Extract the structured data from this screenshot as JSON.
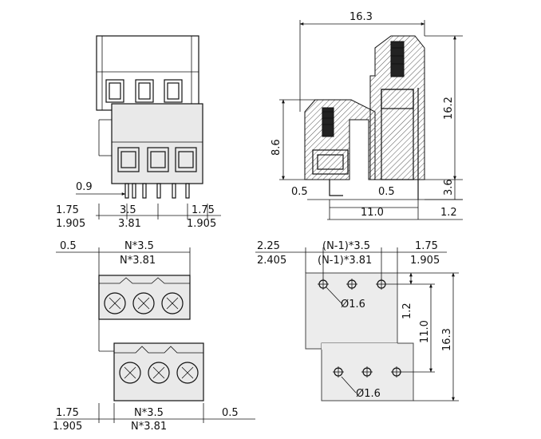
{
  "colors": {
    "line": "#111111",
    "hatch": "#555555",
    "pad": "#ececec"
  },
  "side_view": {
    "overall_width": "16.3",
    "overall_height": "16.2",
    "lower_height": "8.6",
    "pin_offset_left": "0.5",
    "pin_offset_right": "0.5",
    "pin_length": "3.6",
    "pin_pitch_row": "11.0",
    "right_offset": "1.2"
  },
  "front_view": {
    "pin_width": "0.9",
    "edge_left_a": "1.75",
    "edge_left_b": "1.905",
    "pitch_a": "3.5",
    "pitch_b": "3.81",
    "edge_right_a": "1.75",
    "edge_right_b": "1.905"
  },
  "top_view": {
    "offset_top": "0.5",
    "span_top_a": "N*3.5",
    "span_top_b": "N*3.81",
    "edge_bottom_a": "1.75",
    "edge_bottom_b": "1.905",
    "span_bottom_a": "N*3.5",
    "span_bottom_b": "N*3.81",
    "offset_bottom": "0.5"
  },
  "pcb_layout": {
    "left_a": "2.25",
    "left_b": "2.405",
    "span_a": "(N-1)*3.5",
    "span_b": "(N-1)*3.81",
    "right_a": "1.75",
    "right_b": "1.905",
    "hole_dia_top": "Ø1.6",
    "hole_dia_bottom": "Ø1.6",
    "v_small": "1.2",
    "v_mid": "11.0",
    "v_total": "16.3"
  }
}
